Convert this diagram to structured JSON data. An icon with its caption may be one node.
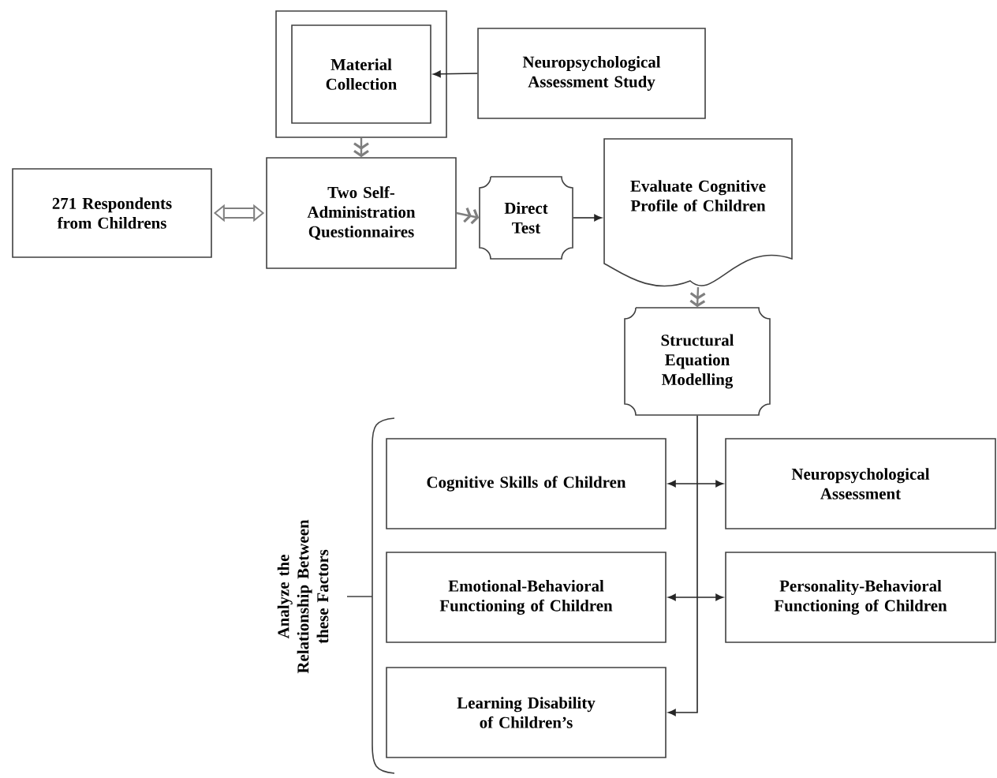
{
  "diagram": {
    "nodes": [
      {
        "text": [],
        "shape": "box"
      },
      {
        "text": [
          "Material Collection"
        ],
        "in": 0
      },
      {
        "text": [
          "Neuropsychological Assessment Study"
        ]
      },
      {
        "text": [
          "271 Respondents from Childrens"
        ]
      },
      {
        "text": [
          "Two Self-Administration Questionnaires"
        ]
      },
      {
        "text": [
          "Direct Test"
        ]
      },
      {
        "text": [
          "Evaluate Cognitive Profile of Children"
        ]
      },
      {
        "text": [
          "Structural Equation Modelling"
        ]
      },
      {
        "text": [
          "Cognitive Skills of Children"
        ]
      },
      {
        "text": [
          "Neuropsychological Assessment"
        ]
      },
      {
        "text": [
          "Emotional-Behavioral Functioning of Children"
        ]
      },
      {
        "text": [
          "Personality-Behavioral Functioning of Children"
        ]
      },
      {
        "text": [
          "Learning Disability of Children’s"
        ]
      }
    ],
    "edges": [
      {
        "from": 0,
        "to": 4,
        "arrow": "to",
        "color": "#7f7f7f"
      },
      {
        "from": 2,
        "to": 1,
        "arrow": "to"
      },
      {
        "from": 3,
        "to": 4,
        "arrow": "both",
        "style": "thick",
        "color": "#7f7f7f"
      },
      {
        "from": 4,
        "to": 5,
        "arrow": "to",
        "color": "#7f7f7f"
      },
      {
        "from": 5,
        "to": 6,
        "arrow": "to"
      },
      {
        "from": 6,
        "to": 7,
        "arrow": "to",
        "color": "#7f7f7f"
      },
      {
        "from": 7,
        "to": 12,
        "arrow": "to"
      },
      {
        "from": 8,
        "to": 9,
        "arrow": "both"
      },
      {
        "from": 10,
        "to": 11,
        "arrow": "both"
      }
    ],
    "labels": [
      "Analyze the Relationship Between these Factors"
    ]
  }
}
